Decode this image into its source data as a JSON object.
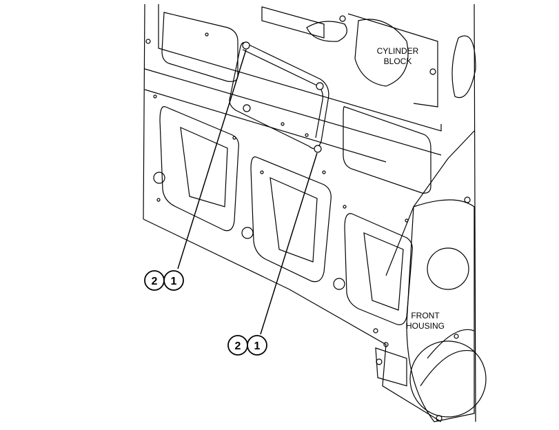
{
  "labels": {
    "cylinder_block_line1": "CYLINDER",
    "cylinder_block_line2": "BLOCK",
    "front_housing_line1": "FRONT",
    "front_housing_line2": "HOUSING"
  },
  "callouts": [
    {
      "items": [
        "2",
        "1"
      ]
    },
    {
      "items": [
        "2",
        "1"
      ]
    }
  ],
  "colors": {
    "line": "#000000",
    "background": "#ffffff"
  }
}
